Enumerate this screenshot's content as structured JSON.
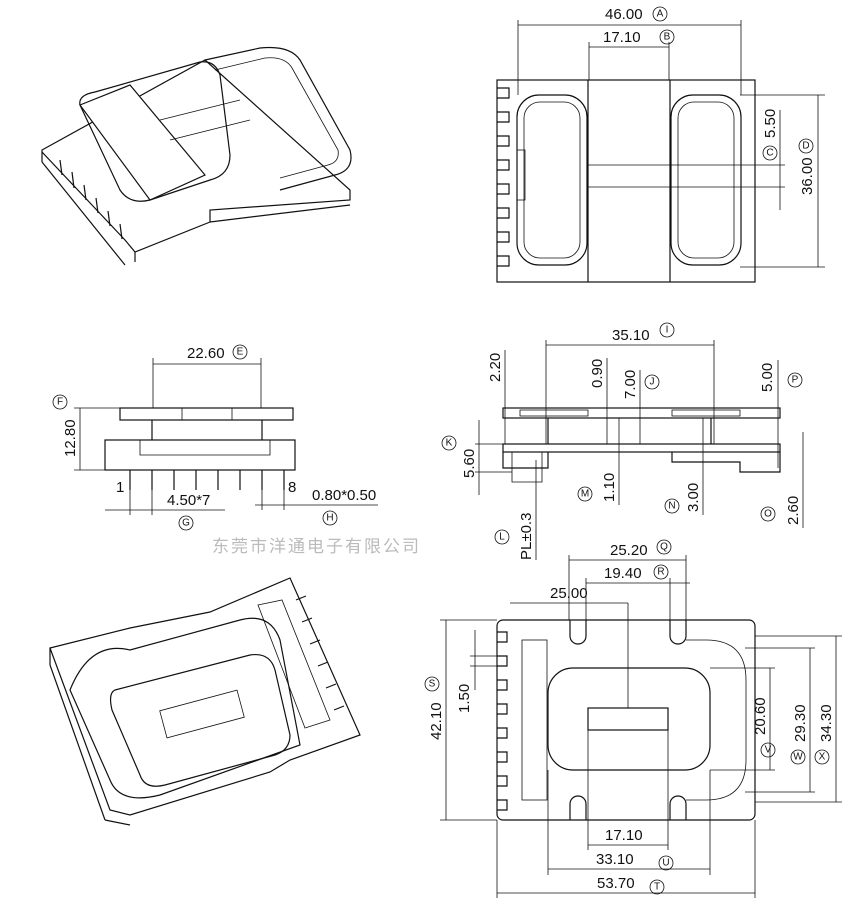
{
  "dims": {
    "A": {
      "value": "46.00",
      "tag": "A"
    },
    "B": {
      "value": "17.10",
      "tag": "B"
    },
    "C": {
      "value": "5.50",
      "tag": "C"
    },
    "D": {
      "value": "36.00",
      "tag": "D"
    },
    "E": {
      "value": "22.60",
      "tag": "E"
    },
    "F": {
      "value": "12.80",
      "tag": "F"
    },
    "G": {
      "value": "4.50*7",
      "tag": "G"
    },
    "H": {
      "value": "0.80*0.50",
      "tag": "H"
    },
    "I": {
      "value": "35.10",
      "tag": "I"
    },
    "J": {
      "value": "7.00",
      "tag": "J"
    },
    "K": {
      "value": "5.60",
      "tag": "K"
    },
    "L": {
      "value": "PL±0.3",
      "tag": "L"
    },
    "M": {
      "value": "1.10",
      "tag": "M"
    },
    "N": {
      "value": "3.00",
      "tag": "N"
    },
    "O": {
      "value": "2.60",
      "tag": "O"
    },
    "P": {
      "value": "5.00",
      "tag": "P"
    },
    "Q": {
      "value": "25.20",
      "tag": "Q"
    },
    "R": {
      "value": "19.40",
      "tag": "R"
    },
    "S": {
      "value": "42.10",
      "tag": "S"
    },
    "T": {
      "value": "53.70",
      "tag": "T"
    },
    "U": {
      "value": "33.10",
      "tag": "U"
    },
    "V": {
      "value": "20.60",
      "tag": "V"
    },
    "W": {
      "value": "29.30",
      "tag": "W"
    },
    "X": {
      "value": "34.30",
      "tag": "X"
    }
  },
  "untagged": {
    "d220": "2.20",
    "d090": "0.90",
    "d2500": "25.00",
    "d150": "1.50",
    "d1710": "17.10"
  },
  "pins": {
    "first": "1",
    "last": "8"
  },
  "watermark": "东莞市洋通电子有限公司"
}
